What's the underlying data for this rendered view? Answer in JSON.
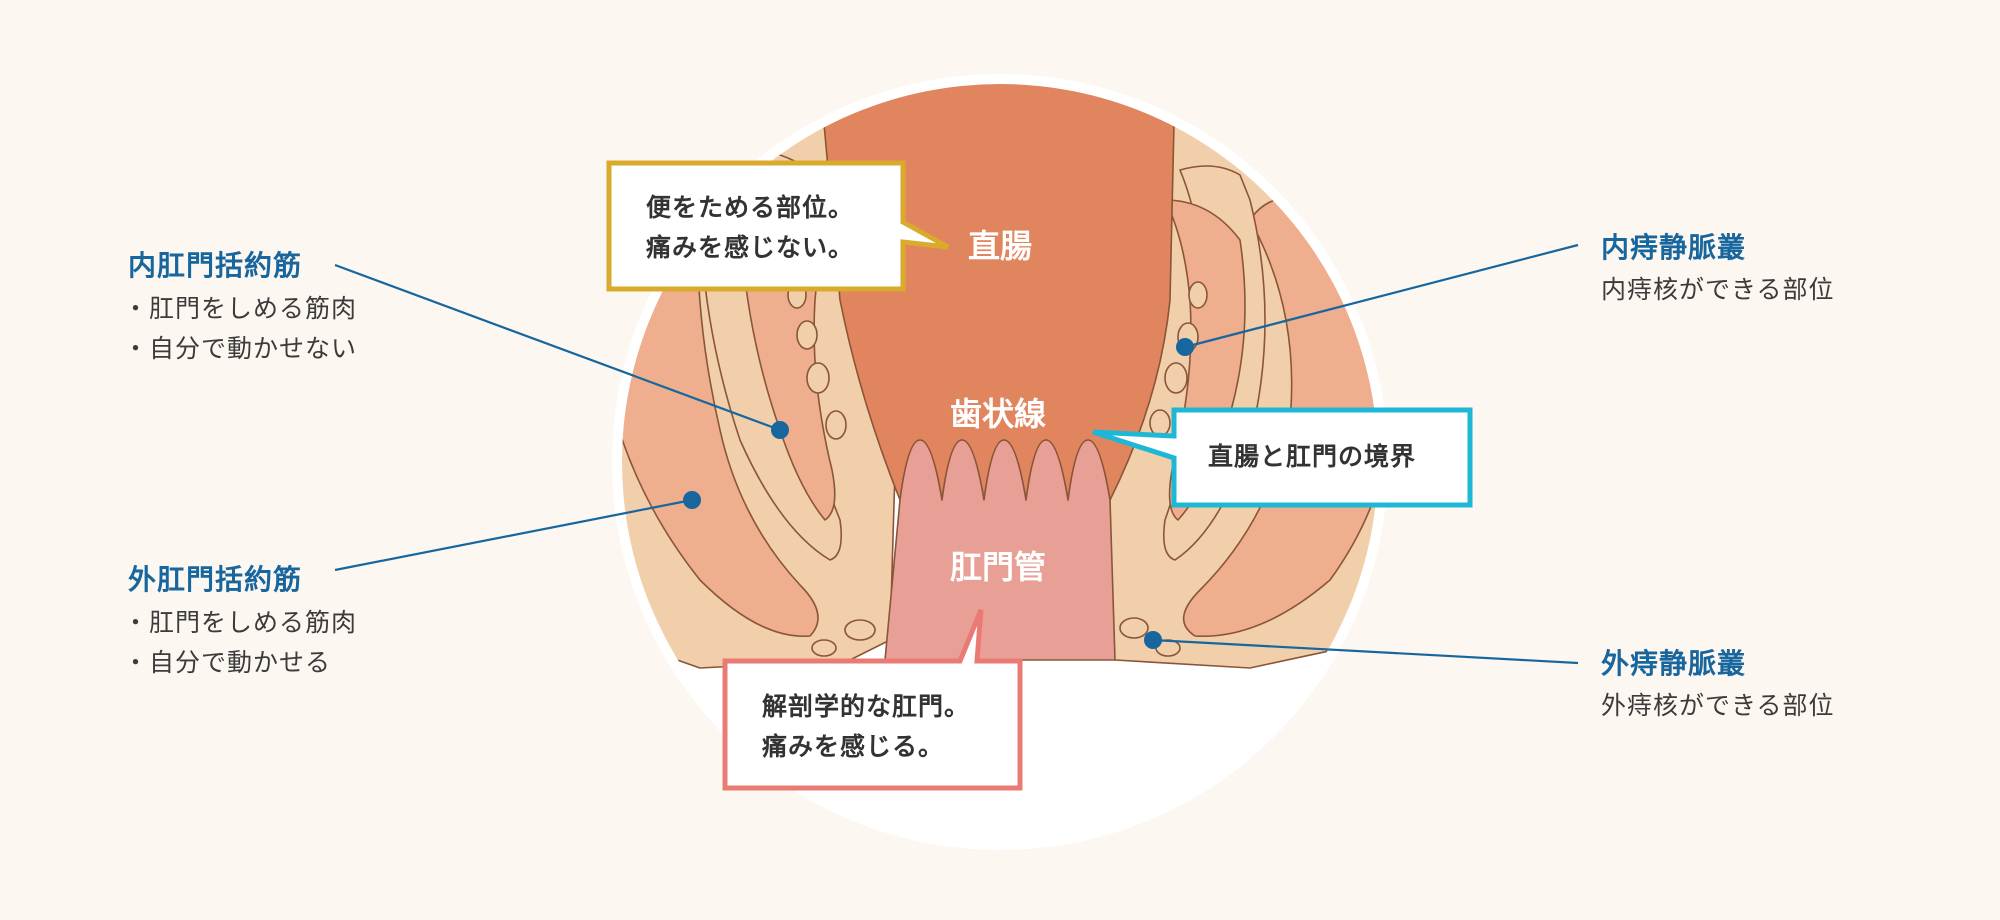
{
  "labels": {
    "internal_sphincter": {
      "title": "内肛門括約筋",
      "lines": [
        "・肛門をしめる筋肉",
        "・自分で動かせない"
      ]
    },
    "external_sphincter": {
      "title": "外肛門括約筋",
      "lines": [
        "・肛門をしめる筋肉",
        "・自分で動かせる"
      ]
    },
    "internal_plexus": {
      "title": "内痔静脈叢",
      "text": "内痔核ができる部位"
    },
    "external_plexus": {
      "title": "外痔静脈叢",
      "text": "外痔核ができる部位"
    }
  },
  "organs": {
    "rectum": "直腸",
    "dentate_line": "歯状線",
    "anal_canal": "肛門管"
  },
  "callouts": {
    "rectum": [
      "便をためる部位。",
      "痛みを感じない。"
    ],
    "dentate": [
      "直腸と肛門の境界"
    ],
    "anal": [
      "解剖学的な肛門。",
      "痛みを感じる。"
    ]
  },
  "colors": {
    "accent_blue": "#17669e",
    "rectum_box": "#d9aa2c",
    "dentate_box": "#1eb8d6",
    "anal_box": "#ea7b74"
  }
}
